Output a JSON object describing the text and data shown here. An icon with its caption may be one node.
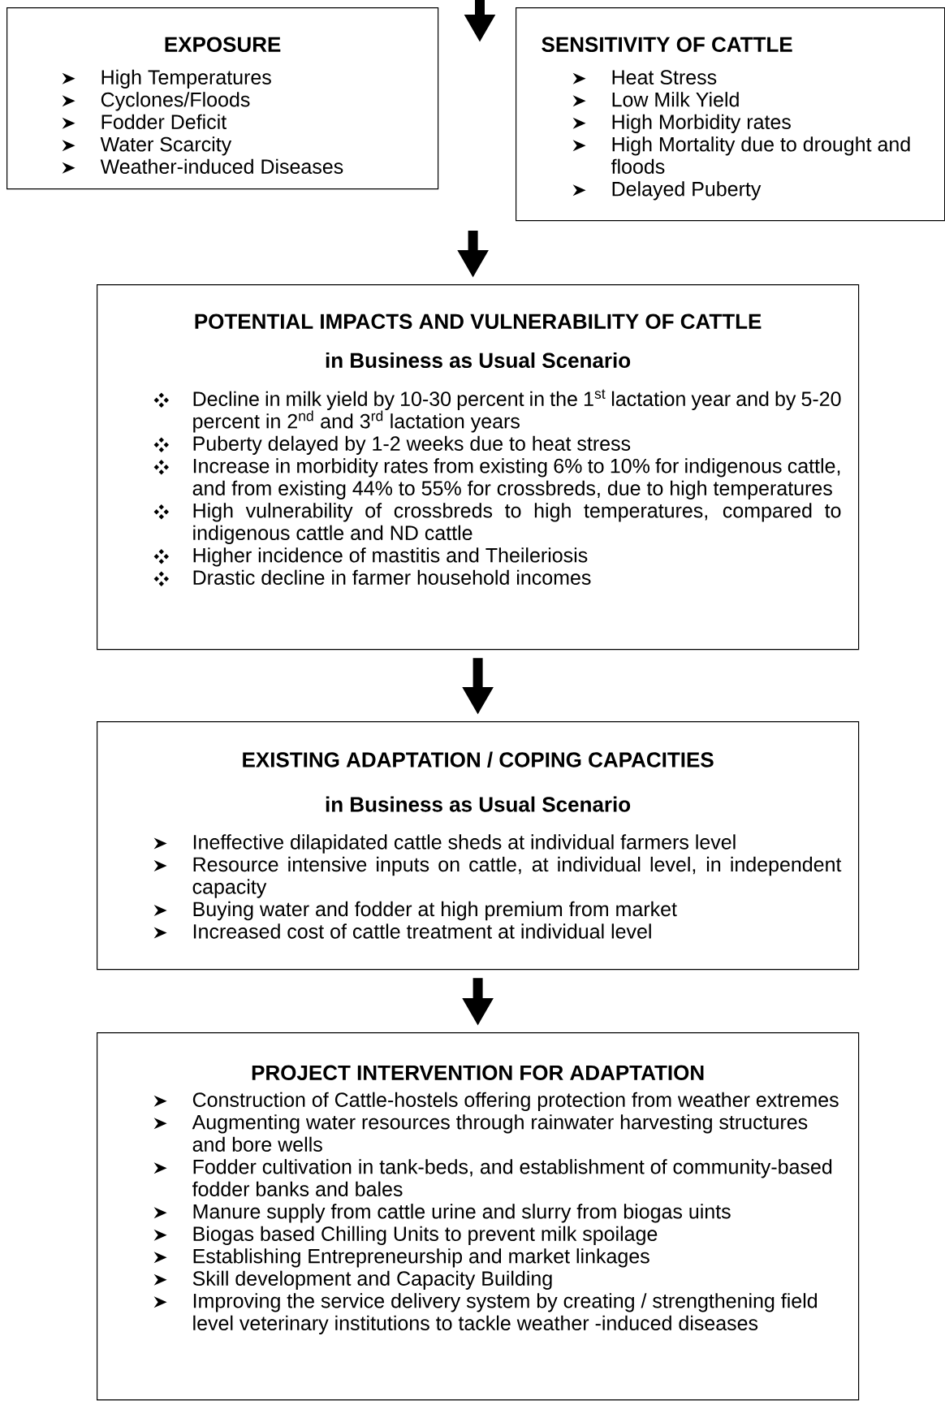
{
  "diagram": {
    "nodes": [
      {
        "text": [
          "EXPOSURE",
          "High Temperatures",
          "Cyclones/Floods",
          "Fodder Deficit",
          "Water Scarcity",
          "Weather-induced Diseases"
        ]
      },
      {
        "text": [
          "SENSITIVITY OF CATTLE",
          "Heat Stress",
          "Low Milk Yield",
          "High Morbidity rates",
          "High Mortality due to drought and floods",
          "Delayed Puberty"
        ]
      },
      {
        "text": [
          "POTENTIAL IMPACTS AND VULNERABILITY OF CATTLE",
          "in Business as Usual Scenario",
          "Decline in milk yield by 10-30 percent in the 1$^{st}$ lactation year and by 5-20 percent in 2$^{nd}$ and 3$^{rd}$ lactation years",
          "Puberty delayed by 1-2 weeks due to heat stress",
          "Increase in morbidity rates from existing 6% to 10% for indigenous cattle, and from existing 44% to 55% for crossbreds, due to high temperatures",
          "High vulnerability of crossbreds to high temperatures, compared to indigenous cattle and ND cattle",
          "Higher incidence of mastitis and Theileriosis",
          "Drastic decline in farmer household incomes"
        ]
      },
      {
        "text": [
          "EXISTING ADAPTATION / COPING CAPACITIES",
          "in Business as Usual Scenario",
          "Ineffective dilapidated cattle sheds at individual farmers level",
          "Resource intensive inputs on cattle, at individual level, in independent capacity",
          "Buying water and fodder at high premium from market",
          "Increased cost of cattle treatment at individual level"
        ]
      },
      {
        "text": [
          "PROJECT INTERVENTION FOR ADAPTATION",
          "Construction of Cattle-hostels offering protection from weather extremes",
          "Augmenting water resources through rainwater harvesting structures and bore wells",
          "Fodder cultivation in tank-beds, and establishment of community-based fodder banks and bales",
          "Manure supply from cattle urine and slurry from biogas uints",
          "Biogas based Chilling Units to prevent milk spoilage",
          "Establishing Entrepreneurship and market linkages",
          "Skill development and Capacity Building",
          "Improving the service delivery system by creating / strengthening field level veterinary institutions to tackle weather -induced diseases"
        ]
      }
    ],
    "edges": [
      {
        "from": null,
        "to": 2,
        "arrow": "to"
      },
      {
        "from": 2,
        "to": 3,
        "arrow": "to"
      },
      {
        "from": 3,
        "to": 4,
        "arrow": "to"
      }
    ]
  }
}
